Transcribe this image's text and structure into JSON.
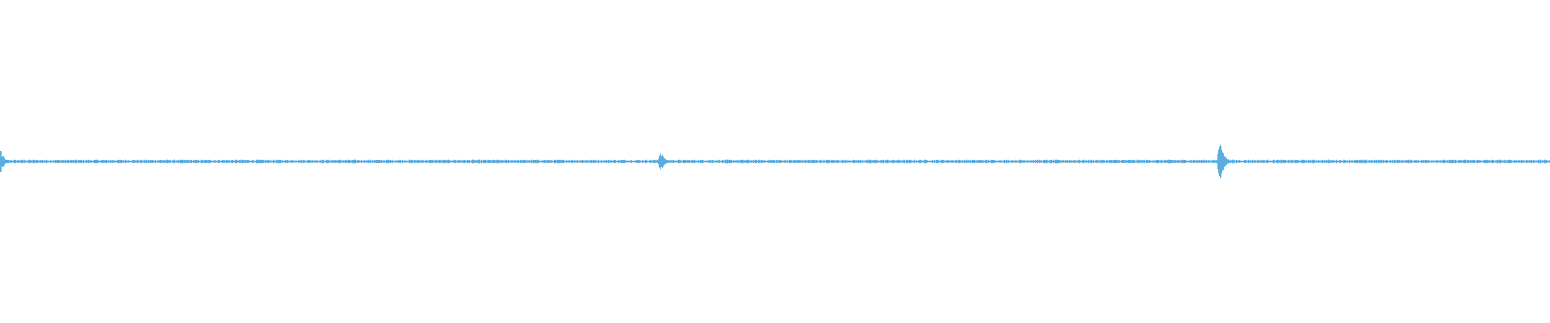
{
  "waveform": {
    "color": "#5aade0",
    "background": "#ffffff",
    "baseline_amplitude": 0.012,
    "peak_amplitude": 1.0,
    "spikes": [
      {
        "position": 0.0,
        "amplitude": 0.45
      },
      {
        "position": 0.426,
        "amplitude": 0.42
      },
      {
        "position": 0.787,
        "amplitude": 0.78
      }
    ]
  }
}
